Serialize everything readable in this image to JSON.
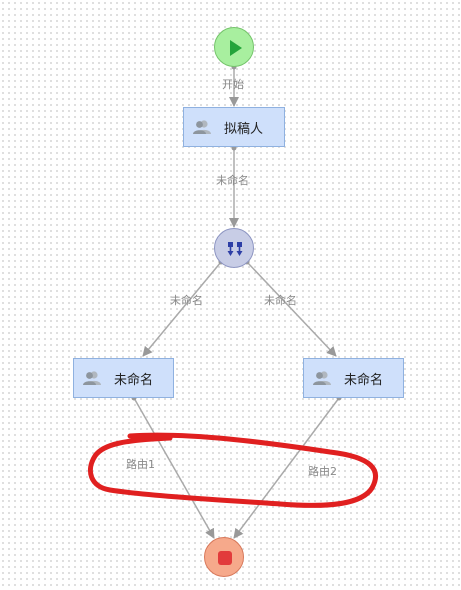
{
  "nodes": {
    "start": {
      "icon": "play-icon",
      "color": "#a8ef9f"
    },
    "drafter": {
      "label": "拟稿人",
      "icon": "user-icon"
    },
    "gateway": {
      "icon": "parallel-gateway-icon",
      "color": "#c8cde6"
    },
    "task_left": {
      "label": "未命名",
      "icon": "user-icon"
    },
    "task_right": {
      "label": "未命名",
      "icon": "user-icon"
    },
    "end": {
      "icon": "stop-icon",
      "color": "#f6a98b"
    }
  },
  "edges": {
    "start_to_drafter": "开始",
    "drafter_to_gateway": "未命名",
    "gateway_to_left": "未命名",
    "gateway_to_right": "未命名",
    "left_to_end": "路由1",
    "right_to_end": "路由2"
  },
  "annotation": {
    "color": "#e02020"
  }
}
